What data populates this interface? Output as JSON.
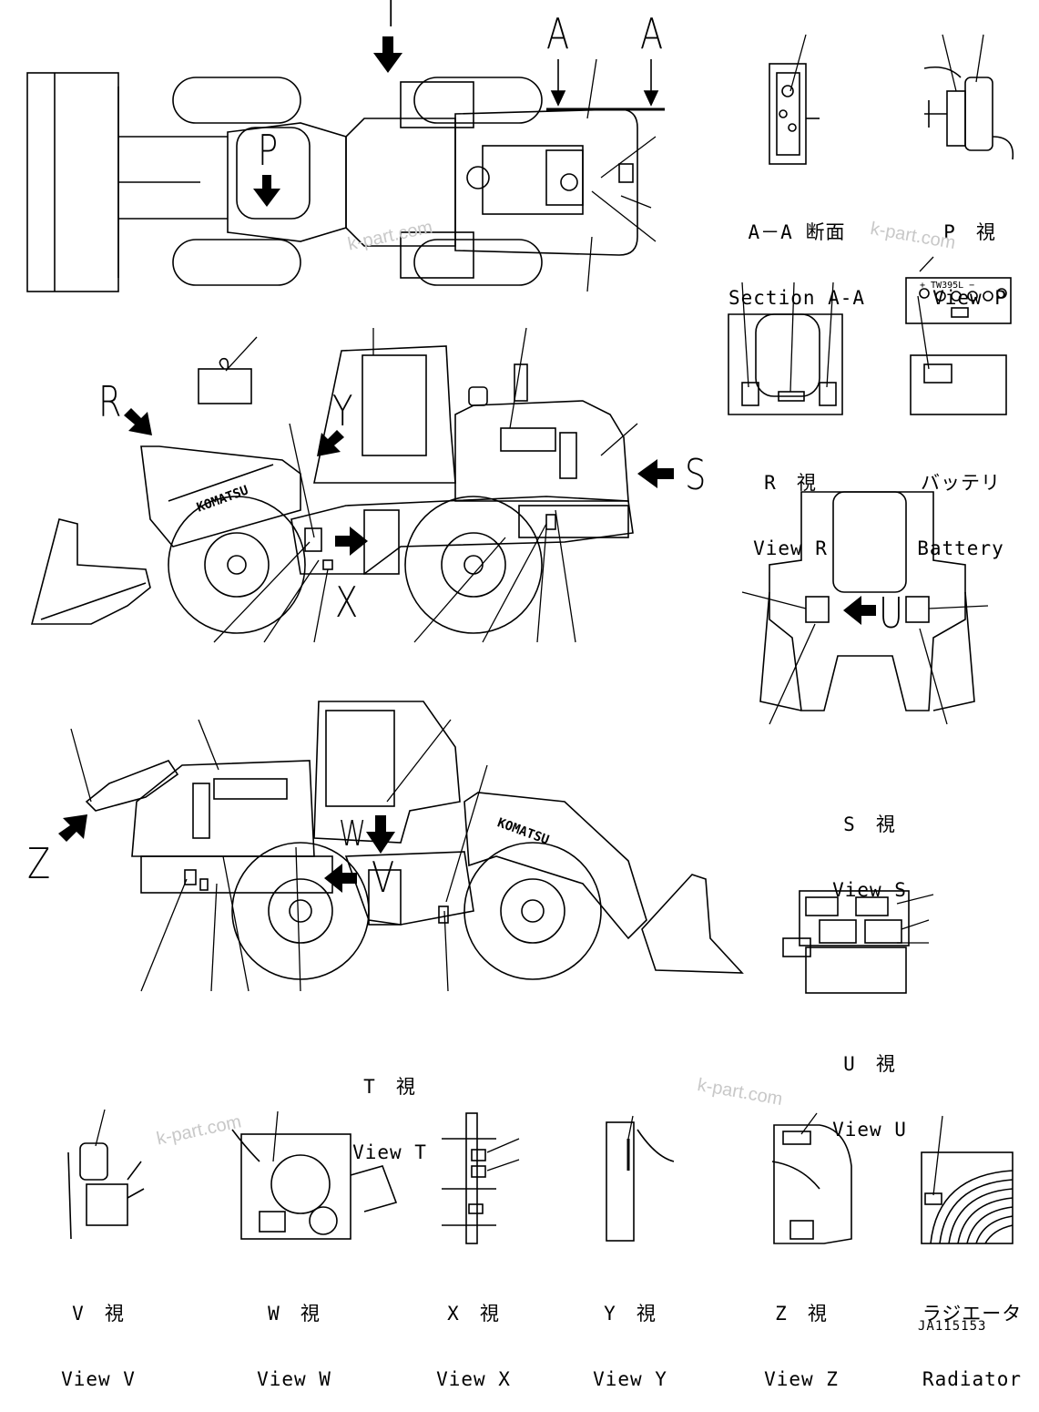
{
  "view_letters": {
    "t": "T",
    "a1": "A",
    "a2": "A",
    "p": "P",
    "r": "R",
    "s": "S",
    "y": "Y",
    "x": "X",
    "z": "Z",
    "w": "W",
    "v": "V",
    "u": "U"
  },
  "view_labels": {
    "section_aa": {
      "jp": "A－A 断面",
      "en": "Section A-A"
    },
    "view_p": {
      "jp": "P　視",
      "en": "View P"
    },
    "view_r": {
      "jp": "R　視",
      "en": "View R"
    },
    "battery": {
      "jp": "バッテリ",
      "en": "Battery"
    },
    "view_s": {
      "jp": "S　視",
      "en": "View S"
    },
    "view_u": {
      "jp": "U　視",
      "en": "View U"
    },
    "view_t": {
      "jp": "T　視",
      "en": "View T"
    },
    "view_v": {
      "jp": "V　視",
      "en": "View V"
    },
    "view_w": {
      "jp": "W　視",
      "en": "View W"
    },
    "view_x": {
      "jp": "X　視",
      "en": "View X"
    },
    "view_y": {
      "jp": "Y　視",
      "en": "View Y"
    },
    "view_z": {
      "jp": "Z　視",
      "en": "View Z"
    },
    "radiator": {
      "jp": "ラジエータ",
      "en": "Radiator"
    }
  },
  "brand_text": "KOMATSU",
  "battery_terminals": "+  TW395L  −",
  "watermark": "k-part.com",
  "drawing_code": "JA115153"
}
